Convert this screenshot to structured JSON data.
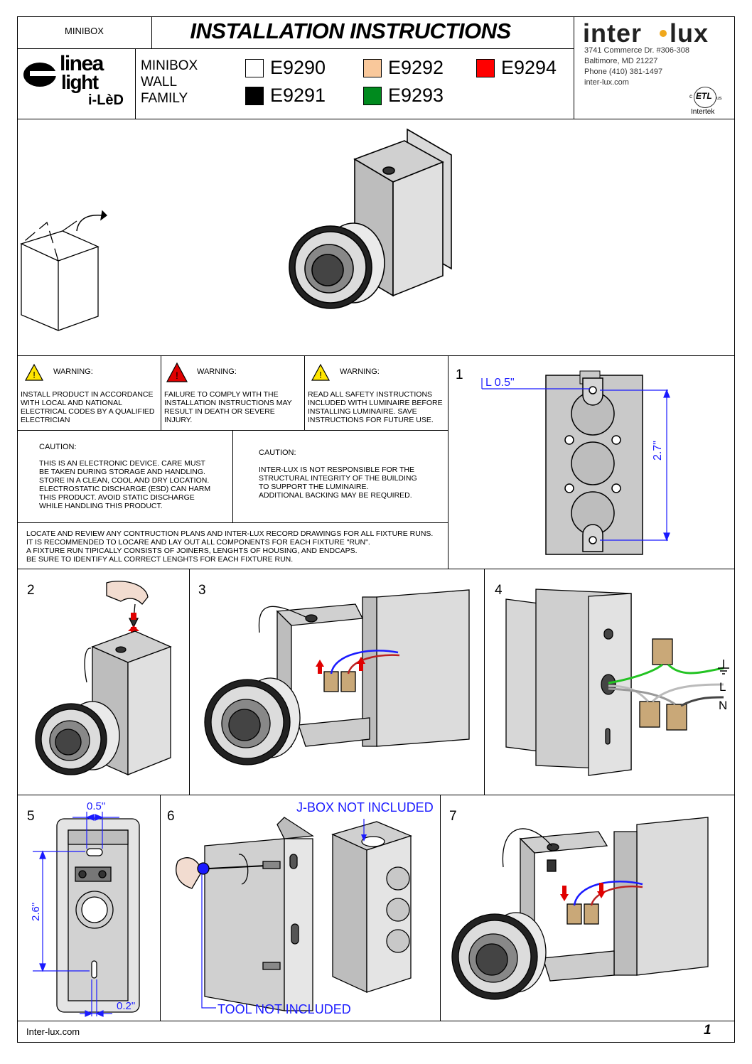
{
  "header": {
    "product_label": "MINIBOX",
    "title": "INSTALLATION INSTRUCTIONS",
    "family": [
      "MINIBOX",
      "WALL",
      "FAMILY"
    ],
    "brand_logo_text": [
      "linea",
      "light",
      "i-LèD"
    ],
    "company": {
      "logo_text": [
        "inter",
        "lux"
      ],
      "address_line1": "3741 Commerce Dr. #306-308",
      "address_line2": "Baltimore, MD 21227",
      "phone": "Phone (410) 381-1497",
      "website": "inter-lux.com"
    },
    "cert_label": "Intertek",
    "cert_mark": [
      "c",
      "ETL",
      "us"
    ]
  },
  "models": [
    {
      "code": "E9290",
      "color": "#ffffff"
    },
    {
      "code": "E9291",
      "color": "#000000"
    },
    {
      "code": "E9292",
      "color": "#f9c89b"
    },
    {
      "code": "E9293",
      "color": "#008a1e"
    },
    {
      "code": "E9294",
      "color": "#ff0000"
    }
  ],
  "warnings": [
    {
      "title": "WARNING:",
      "icon": "warning-yellow-icon",
      "text": "INSTALL PRODUCT IN ACCORDANCE\nWITH LOCAL AND NATIONAL\nELECTRICAL CODES BY A QUALIFIED\nELECTRICIAN"
    },
    {
      "title": "WARNING:",
      "icon": "warning-red-icon",
      "text": "FAILURE TO COMPLY WITH THE\nINSTALLATION INSTRUCTIONS MAY\nRESULT IN DEATH OR SEVERE\nINJURY."
    },
    {
      "title": "WARNING:",
      "icon": "warning-yellow-icon",
      "text": "READ ALL SAFETY INSTRUCTIONS\nINCLUDED WITH LUMINAIRE BEFORE\nINSTALLING LUMINAIRE. SAVE\nINSTRUCTIONS FOR FUTURE USE."
    }
  ],
  "cautions": [
    {
      "title": "CAUTION:",
      "text": "THIS IS AN ELECTRONIC DEVICE. CARE MUST\nBE TAKEN DURING STORAGE AND HANDLING.\nSTORE IN A CLEAN, COOL AND DRY LOCATION.\nELECTROSTATIC DISCHARGE (ESD) CAN HARM\nTHIS PRODUCT. AVOID STATIC DISCHARGE\nWHILE HANDLING THIS PRODUCT."
    },
    {
      "title": "CAUTION:",
      "text": "INTER-LUX IS NOT RESPONSIBLE FOR THE\nSTRUCTURAL INTEGRITY OF THE BUILDING\nTO SUPPORT THE LUMINAIRE.\nADDITIONAL BACKING MAY BE REQUIRED."
    }
  ],
  "notice": "LOCATE AND REVIEW ANY CONTRUCTION PLANS AND INTER-LUX RECORD DRAWINGS FOR ALL FIXTURE RUNS.\nIT IS RECOMMENDED TO LOCARE AND LAY OUT ALL COMPONENTS FOR EACH FIXTURE \"RUN\".\nA FIXTURE RUN TIPICALLY CONSISTS OF JOINERS, LENGHTS OF HOUSING, AND ENDCAPS.\nBE SURE TO IDENTIFY ALL CORRECT LENGHTS FOR EACH FIXTURE RUN.",
  "steps": {
    "s1": {
      "number": "1",
      "dim_offset": "L  0.5\"",
      "dim_height": "2.7\""
    },
    "s2": {
      "number": "2"
    },
    "s3": {
      "number": "3"
    },
    "s4": {
      "number": "4",
      "label_l": "L",
      "label_n": "N"
    },
    "s5": {
      "number": "5",
      "dim_top": "0.5\"",
      "dim_side": "2.6\"",
      "dim_bottom": "0.2\""
    },
    "s6": {
      "number": "6",
      "jbox_note": "J-BOX NOT INCLUDED",
      "tool_note": "TOOL NOT INCLUDED"
    },
    "s7": {
      "number": "7"
    }
  },
  "footer": {
    "website": "Inter-lux.com",
    "page_number": "1"
  }
}
